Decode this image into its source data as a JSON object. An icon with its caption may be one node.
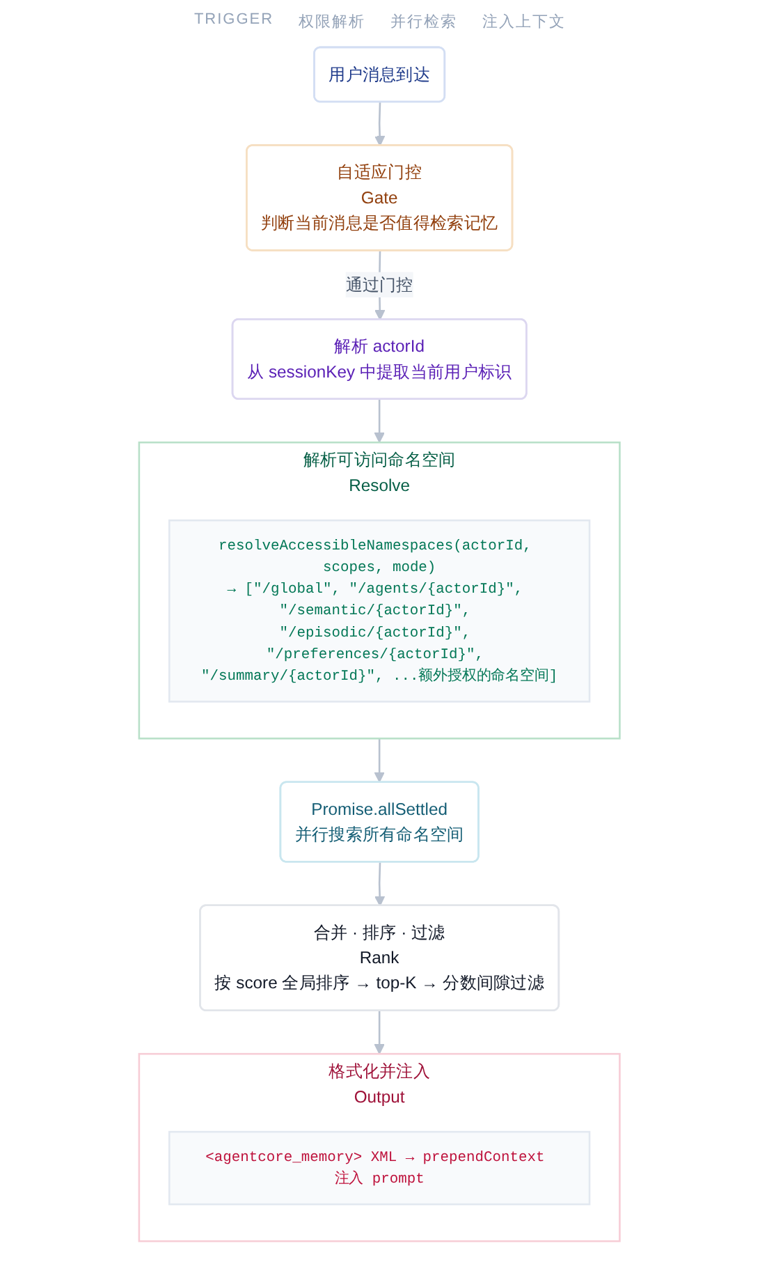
{
  "diagram": {
    "nodes": [
      {
        "text": [
          "用户消息到达"
        ]
      },
      {
        "text": [
          "自适应门控",
          "Gate",
          "判断当前消息是否值得检索记忆"
        ]
      },
      {
        "text": [
          "解析 actorId",
          "从 sessionKey 中提取当前用户标识"
        ]
      },
      {
        "text": [
          "解析可访问命名空间",
          "Resolve"
        ]
      },
      {
        "text": [
          "resolveAccessibleNamespaces(actorId, scopes, mode)",
          "→ [\"/global\", \"/agents/{actorId}\", \"/semantic/{actorId}\", \"/episodic/{actorId}\", \"/preferences/{actorId}\", \"/summary/{actorId}\", ...额外授权的命名空间]"
        ],
        "in": 3
      },
      {
        "text": [
          "Promise.allSettled",
          "并行搜索所有命名空间"
        ]
      },
      {
        "text": [
          "合并 · 排序 · 过滤",
          "Rank",
          "按 score 全局排序 → top-K → 分数间隙过滤"
        ]
      },
      {
        "text": [
          "格式化并注入",
          "Output"
        ]
      },
      {
        "text": [
          "<agentcore_memory> XML → prependContext 注入 prompt"
        ],
        "in": 7
      }
    ],
    "edges": [
      {
        "from": 0,
        "to": 1,
        "arrow": "to"
      },
      {
        "from": 1,
        "to": 2,
        "arrow": "to",
        "label": "通过门控"
      },
      {
        "from": 2,
        "to": 3,
        "arrow": "to"
      },
      {
        "from": 3,
        "to": 5,
        "arrow": "to"
      },
      {
        "from": 5,
        "to": 6,
        "arrow": "to"
      },
      {
        "from": 6,
        "to": 7,
        "arrow": "to"
      }
    ],
    "labels": [
      "TRIGGER",
      "权限解析",
      "并行检索",
      "注入上下文"
    ]
  }
}
